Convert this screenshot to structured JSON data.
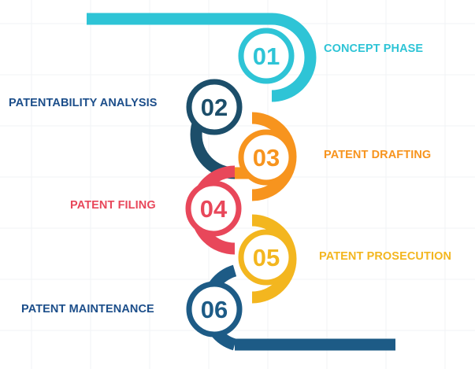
{
  "steps": [
    {
      "number": "01",
      "label": "CONCEPT PHASE",
      "color": "#2ec4d6"
    },
    {
      "number": "02",
      "label": "PATENTABILITY ANALYSIS",
      "color": "#1c4e6a"
    },
    {
      "number": "03",
      "label": "PATENT DRAFTING",
      "color": "#f7941e"
    },
    {
      "number": "04",
      "label": "PATENT FILING",
      "color": "#e8475a"
    },
    {
      "number": "05",
      "label": "PATENT PROSECUTION",
      "color": "#f3b61f"
    },
    {
      "number": "06",
      "label": "PATENT MAINTENANCE",
      "color": "#1d5b86"
    }
  ],
  "colors": {
    "background": "#ffffff",
    "circle_fill": "#ffffff",
    "label_primary": "#1c4e8a"
  }
}
